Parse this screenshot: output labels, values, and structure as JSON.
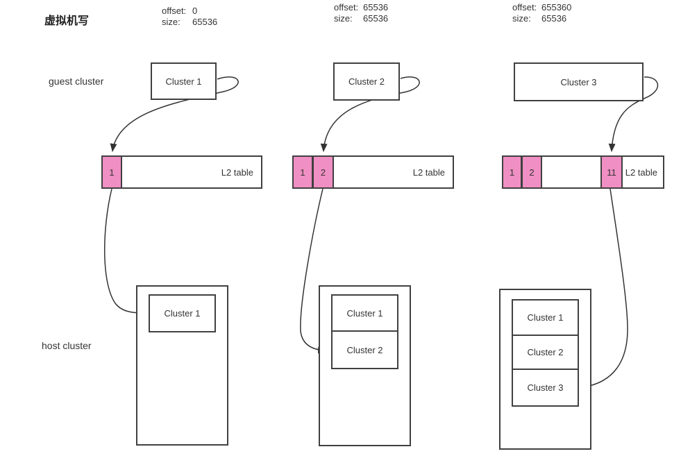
{
  "title": "虚拟机写",
  "side_labels": {
    "guest": "guest cluster",
    "host": "host cluster"
  },
  "colors": {
    "pink": "#F08FC3",
    "border": "#404040",
    "arrow": "#333333",
    "text": "#333333"
  },
  "columns": [
    {
      "offset_label": "offset:",
      "offset_value": "0",
      "size_label": "size:",
      "size_value": "65536",
      "guest_cluster": "Cluster 1",
      "l2_table": {
        "label": "L2 table",
        "cells": [
          "1"
        ]
      },
      "host_clusters": [
        "Cluster 1"
      ]
    },
    {
      "offset_label": "offset:",
      "offset_value": "65536",
      "size_label": "size:",
      "size_value": "65536",
      "guest_cluster": "Cluster 2",
      "l2_table": {
        "label": "L2 table",
        "cells": [
          "1",
          "2"
        ]
      },
      "host_clusters": [
        "Cluster 1",
        "Cluster 2"
      ]
    },
    {
      "offset_label": "offset:",
      "offset_value": "655360",
      "size_label": "size:",
      "size_value": "65536",
      "guest_cluster": "Cluster 3",
      "l2_table": {
        "label": "L2 table",
        "cells": [
          "1",
          "2",
          "11"
        ]
      },
      "host_clusters": [
        "Cluster 1",
        "Cluster 2",
        "Cluster 3"
      ]
    }
  ]
}
